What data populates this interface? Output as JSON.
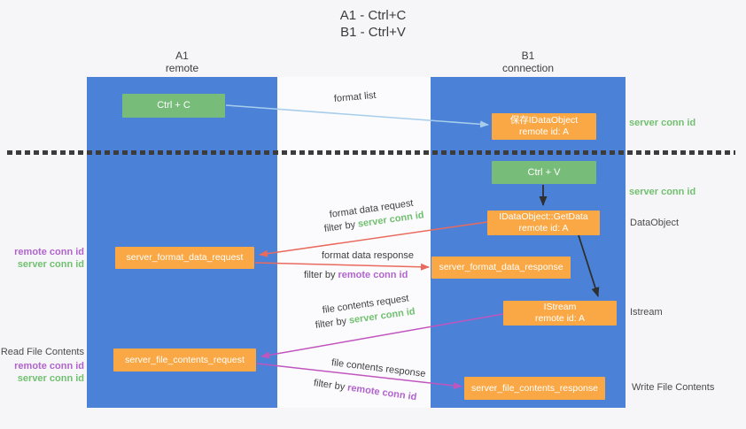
{
  "title": {
    "line1": "A1 - Ctrl+C",
    "line2": "B1 - Ctrl+V"
  },
  "lanes": {
    "left": {
      "name": "A1",
      "subtitle": "remote"
    },
    "right": {
      "name": "B1",
      "subtitle": "connection"
    }
  },
  "nodes": {
    "ctrl_c": {
      "label": "Ctrl + C"
    },
    "save_idataobject": {
      "line1": "保存IDataObject",
      "line2": "remote id: A"
    },
    "ctrl_v": {
      "label": "Ctrl + V"
    },
    "getdata": {
      "line1": "IDataObject::GetData",
      "line2": "remote id: A"
    },
    "format_request": {
      "label": "server_format_data_request"
    },
    "format_response": {
      "label": "server_format_data_response"
    },
    "istream": {
      "line1": "IStream",
      "line2": "remote id: A"
    },
    "file_request": {
      "label": "server_file_contents_request"
    },
    "file_response": {
      "label": "server_file_contents_response"
    }
  },
  "edge_labels": {
    "format_list": "format list",
    "format_data_request": "format data request",
    "format_data_response": "format data response",
    "file_contents_request": "file contents request",
    "file_contents_response": "file contents response",
    "filter_by": "filter by",
    "server_conn_id": "server conn id",
    "remote_conn_id": "remote conn id"
  },
  "side_labels": {
    "server_conn_id": "server conn id",
    "remote_conn_id": "remote conn id",
    "dataobject": "DataObject",
    "istream": "Istream",
    "read_file_contents": "Read File Contents",
    "write_file_contents": "Write File Contents"
  },
  "colors": {
    "lane_blue": "#4b82d7",
    "node_orange": "#f9a845",
    "node_green": "#77bd79",
    "arrow_black": "#2f2f2f",
    "arrow_salmon": "#ea6a5e",
    "arrow_magenta": "#c155be",
    "arrow_lightblue": "#a6cdec",
    "text_green": "#71c06f",
    "text_purple": "#b164cd",
    "text_dark": "#3f3f3f"
  }
}
